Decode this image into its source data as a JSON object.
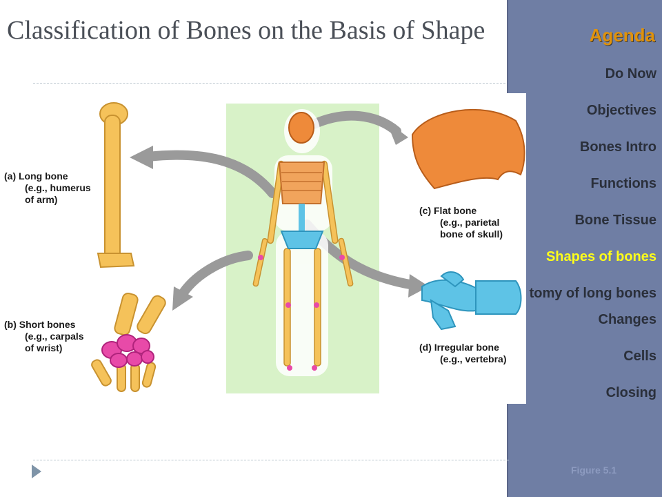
{
  "slide": {
    "title": "Classification of Bones on the Basis of Shape",
    "figure_label": "Figure 5.1"
  },
  "agenda": {
    "title": "Agenda",
    "items": [
      {
        "label": "Do Now"
      },
      {
        "label": "Objectives"
      },
      {
        "label": "Bones Intro"
      },
      {
        "label": "Functions"
      },
      {
        "label": "Bone Tissue"
      },
      {
        "label": "Shapes of bones",
        "active": true
      },
      {
        "label": "tomy of long bones"
      },
      {
        "label": "Changes"
      },
      {
        "label": "Cells"
      },
      {
        "label": "Closing"
      }
    ]
  },
  "figure": {
    "long": {
      "title": "(a) Long bone",
      "line1": "(e.g., humerus",
      "line2": "of arm)"
    },
    "short": {
      "title": "(b) Short bones",
      "line1": "(e.g., carpals",
      "line2": "of wrist)"
    },
    "flat": {
      "title": "(c) Flat bone",
      "line1": "(e.g., parietal",
      "line2": "bone of skull)"
    },
    "irregular": {
      "title": "(d) Irregular bone",
      "line1": "(e.g., vertebra)"
    }
  },
  "colors": {
    "sidebar": "#6f7ea4",
    "agenda_title": "#e0920c",
    "active_item": "#ffff1a",
    "bone": "#f5c25a",
    "flat_bone": "#ee8a3a",
    "vertebra": "#5ec3e6",
    "carpal": "#e84aa8",
    "panel_green": "#d8f2c8",
    "arrow": "#9a9a9a"
  }
}
